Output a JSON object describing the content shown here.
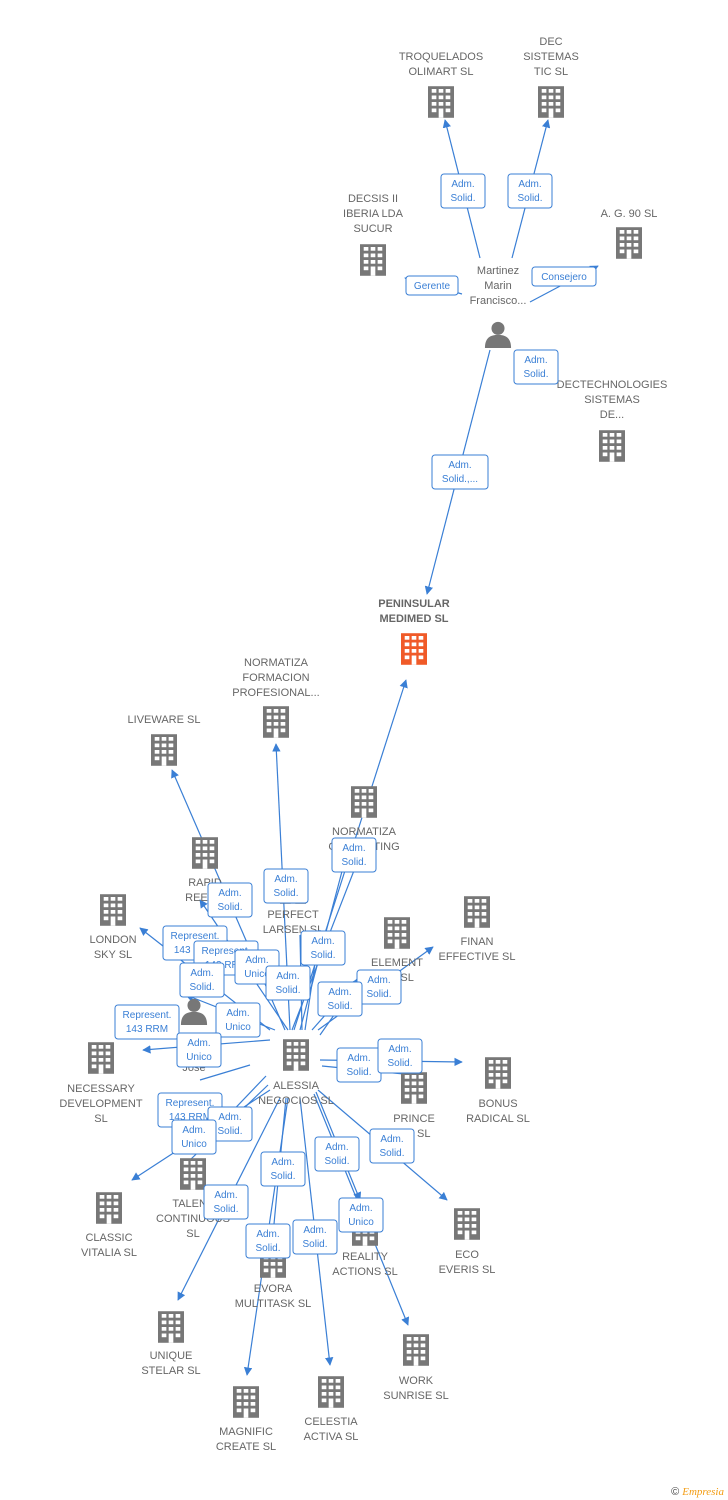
{
  "colors": {
    "edge": "#3a7fd5",
    "building": "#777777",
    "focus_building": "#f05a28",
    "person": "#777777"
  },
  "nodes": [
    {
      "id": "troquelados",
      "lines": [
        "TROQUELADOS",
        "OLIMART  SL"
      ],
      "type": "company"
    },
    {
      "id": "dec",
      "lines": [
        "DEC",
        "SISTEMAS",
        "TIC  SL"
      ],
      "type": "company"
    },
    {
      "id": "decsis",
      "lines": [
        "DECSIS II",
        "IBERIA LDA",
        "SUCUR"
      ],
      "type": "company"
    },
    {
      "id": "ag90",
      "lines": [
        "A. G. 90 SL"
      ],
      "type": "company"
    },
    {
      "id": "martinez",
      "lines": [
        "Martinez",
        "Marin",
        "Francisco..."
      ],
      "type": "person"
    },
    {
      "id": "dectech",
      "lines": [
        "DECTECHNOLOGIES",
        "SISTEMAS",
        "DE..."
      ],
      "type": "company"
    },
    {
      "id": "peninsular",
      "lines": [
        "PENINSULAR",
        "MEDIMED  SL"
      ],
      "type": "focus"
    },
    {
      "id": "normatiza_form",
      "lines": [
        "NORMATIZA",
        "FORMACION",
        "PROFESIONAL..."
      ],
      "type": "company"
    },
    {
      "id": "liveware",
      "lines": [
        "LIVEWARE  SL"
      ],
      "type": "company"
    },
    {
      "id": "normatiza_cons",
      "lines": [
        "NORMATIZA",
        "CONSULTING"
      ],
      "type": "company"
    },
    {
      "id": "rapid",
      "lines": [
        "RAPID",
        "REED..."
      ],
      "type": "company"
    },
    {
      "id": "london",
      "lines": [
        "LONDON",
        "SKY  SL"
      ],
      "type": "company"
    },
    {
      "id": "perfect",
      "lines": [
        "PERFECT",
        "LARSEN  SL"
      ],
      "type": "company"
    },
    {
      "id": "finan",
      "lines": [
        "FINAN",
        "EFFECTIVE  SL"
      ],
      "type": "company"
    },
    {
      "id": "element",
      "lines": [
        "ELEMENT",
        "...D  SL"
      ],
      "type": "company"
    },
    {
      "id": "ruiz",
      "lines": [
        "Ruiz...",
        "Jose"
      ],
      "type": "person"
    },
    {
      "id": "necessary",
      "lines": [
        "NECESSARY",
        "DEVELOPMENT",
        "SL"
      ],
      "type": "company"
    },
    {
      "id": "alessia",
      "lines": [
        "ALESSIA",
        "NEGOCIOS  SL"
      ],
      "type": "company"
    },
    {
      "id": "prince",
      "lines": [
        "PRINCE",
        "...E  SL"
      ],
      "type": "company"
    },
    {
      "id": "bonus",
      "lines": [
        "BONUS",
        "RADICAL  SL"
      ],
      "type": "company"
    },
    {
      "id": "talent",
      "lines": [
        "TALENT",
        "CONTINUOUS",
        "SL"
      ],
      "type": "company"
    },
    {
      "id": "classic",
      "lines": [
        "CLASSIC",
        "VITALIA  SL"
      ],
      "type": "company"
    },
    {
      "id": "evora",
      "lines": [
        "EVORA",
        "MULTITASK  SL"
      ],
      "type": "company"
    },
    {
      "id": "reality",
      "lines": [
        "REALITY",
        "ACTIONS  SL"
      ],
      "type": "company"
    },
    {
      "id": "eco",
      "lines": [
        "ECO",
        "EVERIS  SL"
      ],
      "type": "company"
    },
    {
      "id": "unique",
      "lines": [
        "UNIQUE",
        "STELAR  SL"
      ],
      "type": "company"
    },
    {
      "id": "work",
      "lines": [
        "WORK",
        "SUNRISE  SL"
      ],
      "type": "company"
    },
    {
      "id": "celestia",
      "lines": [
        "CELESTIA",
        "ACTIVA  SL"
      ],
      "type": "company"
    },
    {
      "id": "magnific",
      "lines": [
        "MAGNIFIC",
        "CREATE  SL"
      ],
      "type": "company"
    }
  ],
  "relations": [
    {
      "id": "r1",
      "lines": [
        "Adm.",
        "Solid."
      ]
    },
    {
      "id": "r2",
      "lines": [
        "Adm.",
        "Solid."
      ]
    },
    {
      "id": "r3",
      "lines": [
        "Gerente"
      ]
    },
    {
      "id": "r4",
      "lines": [
        "Consejero"
      ]
    },
    {
      "id": "r5",
      "lines": [
        "Adm.",
        "Solid."
      ]
    },
    {
      "id": "r6",
      "lines": [
        "Adm.",
        "Solid.,..."
      ]
    },
    {
      "id": "r7",
      "lines": [
        "Adm.",
        "Solid."
      ]
    },
    {
      "id": "r8",
      "lines": [
        "Adm.",
        "Solid."
      ]
    },
    {
      "id": "r9",
      "lines": [
        "Adm.",
        "Solid."
      ]
    },
    {
      "id": "r10",
      "lines": [
        "Represent.",
        "143 RRM"
      ]
    },
    {
      "id": "r11",
      "lines": [
        "Represent.",
        "143 RRM"
      ]
    },
    {
      "id": "r12",
      "lines": [
        "Adm.",
        "Solid."
      ]
    },
    {
      "id": "r13",
      "lines": [
        "Adm.",
        "Unico"
      ]
    },
    {
      "id": "r14",
      "lines": [
        "Adm.",
        "Solid."
      ]
    },
    {
      "id": "r15",
      "lines": [
        "Adm.",
        "Solid."
      ]
    },
    {
      "id": "r16",
      "lines": [
        "Adm.",
        "Solid."
      ]
    },
    {
      "id": "r17",
      "lines": [
        "Represent.",
        "143 RRM"
      ]
    },
    {
      "id": "r18",
      "lines": [
        "Adm.",
        "Unico"
      ]
    },
    {
      "id": "r19",
      "lines": [
        "Adm.",
        "Unico"
      ]
    },
    {
      "id": "r20",
      "lines": [
        "Adm.",
        "Solid."
      ]
    },
    {
      "id": "r21",
      "lines": [
        "Adm.",
        "Solid."
      ]
    },
    {
      "id": "r22",
      "lines": [
        "Represent.",
        "143 RRM"
      ]
    },
    {
      "id": "r23",
      "lines": [
        "Adm.",
        "Solid."
      ]
    },
    {
      "id": "r24",
      "lines": [
        "Adm.",
        "Unico"
      ]
    },
    {
      "id": "r25",
      "lines": [
        "Adm.",
        "Solid."
      ]
    },
    {
      "id": "r26",
      "lines": [
        "Adm.",
        "Solid."
      ]
    },
    {
      "id": "r27",
      "lines": [
        "Adm.",
        "Solid."
      ]
    },
    {
      "id": "r28",
      "lines": [
        "Adm.",
        "Solid."
      ]
    },
    {
      "id": "r29",
      "lines": [
        "Adm.",
        "Unico"
      ]
    },
    {
      "id": "r30",
      "lines": [
        "Adm.",
        "Solid."
      ]
    },
    {
      "id": "r31",
      "lines": [
        "Adm.",
        "Solid."
      ]
    },
    {
      "id": "r32",
      "lines": [
        "Adm.",
        "Solid."
      ]
    }
  ],
  "footer": {
    "copyright": "©",
    "brand": "Empresia"
  }
}
